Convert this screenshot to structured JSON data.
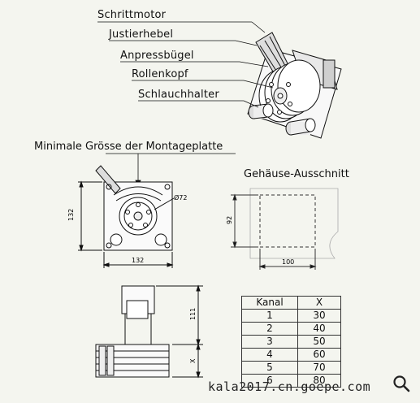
{
  "callouts": {
    "schrittmotor": "Schrittmotor",
    "justierhebel": "Justierhebel",
    "anpressbuegel": "Anpressbügel",
    "rollenkopf": "Rollenkopf",
    "schlauchhalter": "Schlauchhalter"
  },
  "headings": {
    "montageplatte": "Minimale Grösse der Montageplatte",
    "gehaeuse": "Gehäuse-Ausschnitt"
  },
  "dimensions": {
    "plate_height": "132",
    "plate_width": "132",
    "roller_diameter": "Ø72",
    "cutout_height": "92",
    "cutout_width": "100",
    "side_height": "111",
    "side_x": "X"
  },
  "table": {
    "headers": [
      "Kanal",
      "X"
    ],
    "rows": [
      [
        "1",
        "30"
      ],
      [
        "2",
        "40"
      ],
      [
        "3",
        "50"
      ],
      [
        "4",
        "60"
      ],
      [
        "5",
        "70"
      ],
      [
        "6",
        "80"
      ]
    ]
  },
  "watermark": "kala2017.cn.goepe.com",
  "colors": {
    "background": "#f4f5ef",
    "line": "#111111",
    "hidden_line": "#333333"
  }
}
